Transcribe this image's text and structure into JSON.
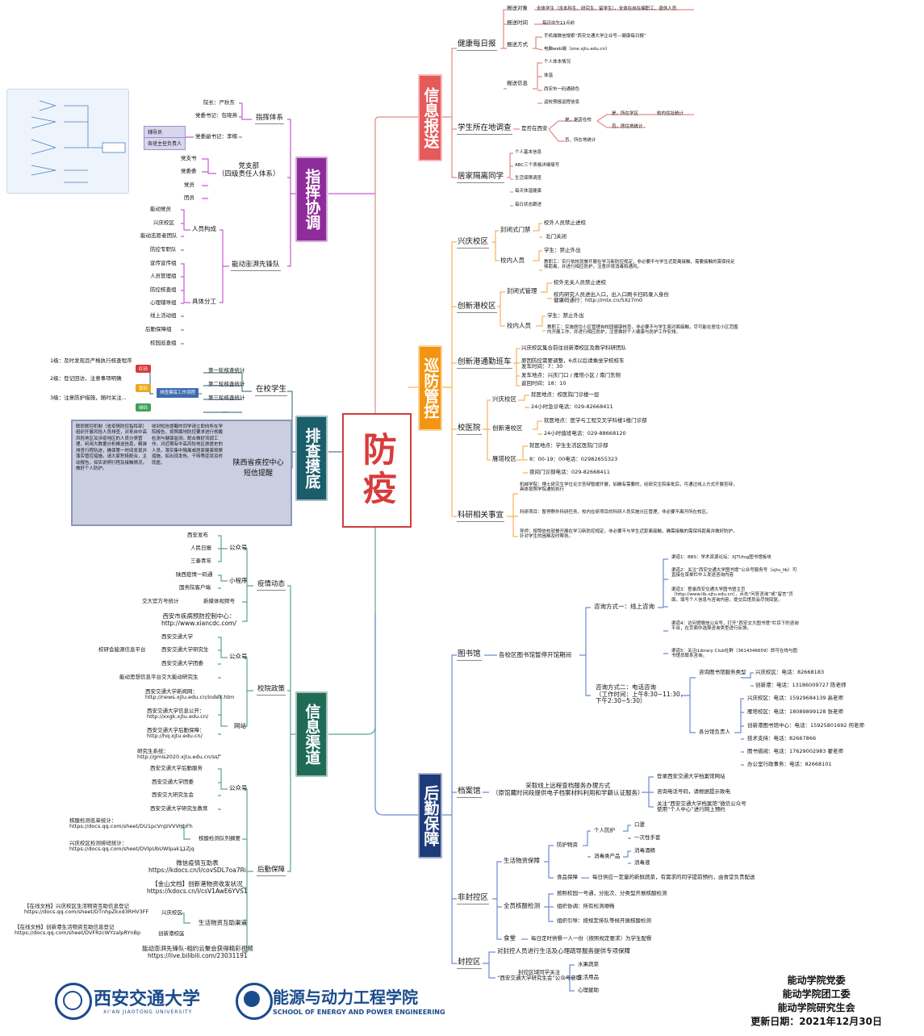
{
  "center_label": "防疫",
  "trunks": {
    "info_report": "信息报送",
    "command": "指挥协调",
    "survey": "排查摸底",
    "channels": "信息渠道",
    "patrol": "巡防管控",
    "logistics": "后勤保障"
  },
  "info_report": {
    "health_daily": "健康每日报",
    "report_target": "报送对象",
    "report_target_val": "全体学生（含本科生、研究生、留学生），全体在岗在编职工、退休人员",
    "report_time": "报送时间",
    "report_time_val": "每日中午11点前",
    "report_method": "报送方式",
    "method_1": "手机端微信搜索“西安交通大学企业号—健康每日报”",
    "method_2": "电脑web端（one.xjtu.edu.cn）",
    "report_content": "报送信息",
    "content": [
      "个人体本情况",
      "体温",
      "西安市一码通颜色",
      "返校预报返程信息"
    ],
    "location": "学生所在地调查",
    "in_xian": "是否在西安",
    "yes": "是，是否在校",
    "yes_yes": "是，所在学区",
    "yes_yes_val": "校内住址统计",
    "yes_no": "否，居住地统计",
    "no": "否，所在地统计",
    "isolation": "居家隔离同学",
    "iso_items": [
      "个人基本信息",
      "ABC三个表格详细填写",
      "生活保障调查",
      "每天体温健康",
      "每日状态跟进"
    ]
  },
  "command": {
    "system": "指挥体系",
    "sys_items": [
      "院长：严秋东",
      "党委书记：包晓燕",
      "党委副书记：李楠"
    ],
    "sys_side": [
      "辅导员",
      "各班主任负责人"
    ],
    "party": "党支部\n（四级责任人体系）",
    "party_items": [
      "党支书",
      "党委委",
      "党员",
      "团员"
    ],
    "vanguard": "能动澎湃先锋队",
    "staffing": "人员构成",
    "staff_items": [
      "能动党员",
      "兴庆校区",
      "能动志愿者团队",
      "防控专职队"
    ],
    "specific": "具体分工",
    "spec_items": [
      "宣传宣传组",
      "人员管理组",
      "防控核查组",
      "心理辅导组",
      "线上活动组",
      "后勤保障组",
      "校园巡查组"
    ]
  },
  "survey": {
    "panel_title": "排查摸底工作流程",
    "levels": [
      "1级：及时发现且严格执行核查程序",
      "2级：登记回访，注意事项明确",
      "3级：注意防护措施，随时关注..."
    ],
    "level_tags": [
      "红码",
      "黄码",
      "绿码"
    ],
    "in_school": "在校学生",
    "in_school_items": [
      "第一轮核查统计",
      "第二轮核查统计",
      "第三轮核查统计",
      "..."
    ],
    "sms": "陕西省疾控中心\n短信提醒",
    "sms_text_l": "联防联控机制（省疫情防控指挥部）组织开展风险人员排查，对来自中高风险地区及涉疫地区的人员分类管理，利用大数据分析推送信息，精准排查行程轨迹，确保第一时间发现并落实管控措施。请大家积极配合，主动报告，如实说明行程及接触情况，做好个人防护。",
    "sms_text_r": "收到短信提醒的同学请立即向所在学院报告，按照属地防控要求进行核酸检测与健康监测，配合做好流调工作。对近期有中高风险地区旅居史的人员，落实集中隔离或居家健康观察措施，如出现发热、干咳等症状及时就医。"
  },
  "channels": {
    "dynamic": "疫情动态",
    "official": "公众号",
    "official_items": [
      "西安发布",
      "人民日报",
      "三秦青年"
    ],
    "mini": "小程序",
    "mini_items": [
      "陕西疫情一码通",
      "国务院客户端"
    ],
    "vblog": "新媒体视频号",
    "vblog_items": [
      "交大官方号统计"
    ],
    "cdc": "西安市疾病预防控制中心：\nhttp://www.xiancdc.com/",
    "policy": "校院政策",
    "p_official": "公众号",
    "p_items": [
      "西安交通大学",
      "西安交通大学研究生",
      "西安交通大学团委",
      "交大能动研究生"
    ],
    "p_left": [
      "校研会能源信息平台",
      "能动思想信息平台"
    ],
    "web": "网站",
    "web_items": [
      "西安交通大学新闻网：\nhttp://news.xjtu.edu.cn/index.htm",
      "西安交通大学信息公开：\nhttp://xxgk.xjtu.edu.cn/",
      "西安交通大学后勤保障：\nhttp://hq.xjtu.edu.cn/",
      "研究生系统：\nhttp://gmis2020.xjtu.edu.cn/ss/"
    ],
    "backend": "后勤保障",
    "b_official": "公众号",
    "b_items": [
      "西安交通大学后勤服务",
      "西安交通大学团委",
      "西安交大研究生会",
      "西安交通大学研究生教育"
    ],
    "nucleic": "核酸检测队列摘要",
    "nucleic_items": [
      "核酸检测名单统计：\nhttps://docs.qq.com/sheet/DU1pcVnJzVVVHbFh",
      "兴庆校区检测排班统计：\nhttps://docs.qq.com/sheet/DVlpUbUWlpak11Zjq"
    ],
    "mutual": "生活物资互助渠道",
    "mutual_items": [
      "兴庆校区",
      "创新港校区"
    ],
    "mutual_left": [
      "【在线文档】兴庆校区生活物资互助信息登记\nhttps://docs.qq.com/sheet/DTnhpZkxd3RHV3FF",
      "【在线文档】创新港生活物资互助信息登记\nhttps://docs.qq.com/sheet/DVFRzcWYzalpRYnBp"
    ],
    "wall": "微信疫情互助表\nhttps://kdocs.cn/l/covSDL7oa7Ri",
    "jinshan": "【金山文档】创新港物资收发状况\nhttps://kdocs.cn/l/csV1AwE6YVS1",
    "bilibili": "能动澎湃先锋队-相约云聚会获得精彩视频\nhttps://live.bilibili.com/23031191"
  },
  "patrol": {
    "xingqing": "兴庆校区",
    "closed": "封闭式门禁",
    "closed_items": [
      "校外人员禁止进校",
      "北门关闭"
    ],
    "campus_people": "校内人员",
    "student": "学生：禁止外出",
    "staff": "教职工：实行依校就餐开展在学习新防控规定，非必要不与学生近距离接触，需要接触的需保持足够距离，并进行相应防护，注意环境消毒和通风。",
    "innovation": "创新港校区",
    "closed2": "封闭式管理",
    "closed2_items": [
      "校外无关人员禁止进校",
      "校内研究人员进出入口，出入口刷卡扫码录入身份\n健康码通行：http://mtx.cn/5Xz7m0"
    ],
    "people2": "校内人员",
    "student2": "学生：禁止外出",
    "staff2": "教职工：实施居住小区管理自校园健康核查，非必要不与学生面对面接触，尽可能在居住小区范围内开展工作，并进行相应防护，注意做好个人健康与防护工作安排。",
    "shuttle": "创新港通勤班车",
    "shuttle_items": [
      "兴庆校区集合前往创新港校区及教学科研团队",
      "原因防控需要调整，6点以后请乘坐学校校车\n发车时间：7：30",
      "发车地点：兴庆门口 / 雁塔小区 / 南门东侧",
      "返回时间：18：10"
    ],
    "hospital": "校医院",
    "h_xingqing": "兴庆校区",
    "h_xq_items": [
      "就医地点：校医院门诊楼一层",
      "24小时急诊电话：029-82668411"
    ],
    "h_inn": "创新港校区",
    "h_inn_items": [
      "就医地点：医学与工程交叉学科楼1楼门诊部",
      "24小时值班电话：029-88668120"
    ],
    "h_yt": "雁塔校区",
    "h_yt_items": [
      "就医地点：学生生活区医院门诊部",
      "8：00-19：00电话：02982655323",
      "夜间门诊部电话：029-82668411"
    ],
    "research": "科研相关事宜",
    "r_items": [
      "机械学院：博士研究生学位论文答辩暂缓开展，如确有需要的，经研究生院审批后，可通过线上方式开展答辩，具体按照学院通知执行",
      "科研项目：暂停野外科研任务，校内在研项目的科研人员实施分区管理，非必要不离开所在校区。",
      "导师：按照依校就餐开展在学习新防控规定，非必要不与学生近距离接触，确需接触的需保持距离并做好防护，针对学生的困难及时帮扶。"
    ]
  },
  "logistics": {
    "library": "图书馆",
    "lib_main": "各校区图书馆暂停开馆期间",
    "consult1": "咨询方式一：线上咨询",
    "c1_items": [
      "渠道1：BBS：学术资源论坛：XJTUtsg图书馆板块",
      "渠道2：关注“西安交通大学图书馆”公众号服务号（xjtu_lib）可直接在菜单栏中上发送咨询内容",
      "渠道3：登录西安交通大学图书馆主页（http://www.lib.xjtu.edu.cn），点击“问答咨询”或“留言”页面，填写个人信息与咨询内容，提交后馆员会尽快回复。",
      "渠道4：访问馆微信公众号，打开“西安交大图书馆”栏目下的咨询平台，在页面中选择咨询类型进行反馈。",
      "渠道5：关注iLibrary Club社群（3614346659）即可在线与图书馆员联系咨询。"
    ],
    "consult2": "咨询方式二：电话咨询\n（工作时间：上午8:30~11:30，\n下午2:30~5:30）",
    "c2_top": "咨询图书馆服务类型",
    "c2_top_items": [
      "兴庆校区：电话：82668183",
      "创新港：电话：13186009727 陈老师"
    ],
    "c2_sub": "各分馆负责人",
    "c2_items": [
      "兴庆校区：电话：15929684139 高老师",
      "雁塔校区：电话：18089899128 张老师",
      "创新港图书馆中心：电话：15925801692 何老师",
      "技术支持：电话：82667866",
      "图书借阅：电话：17629002983 翟老师",
      "办公室行政事务：电话：82668101"
    ],
    "archive": "档案馆",
    "arch_main": "采取线上远程查档服务办理方式\n（原馆藏时间段提供电子档案材料利用和学籍认证服务）",
    "arch_items": [
      "登录西安交通大学档案馆网站",
      "咨询电话号码，请根据提示致电",
      "关注“西安交通大学档案馆”微信公众号\n使用“个人中心”进行网上预约"
    ],
    "outside": "非封控区",
    "supply": "生活物资保障",
    "protect": "防护物资",
    "prot_items": [
      "个人防护",
      "消毒类产品"
    ],
    "prot_sub": [
      "口罩",
      "一次性手套",
      "消毒酒精",
      "消毒液"
    ],
    "food": "食品保障",
    "food_text": "每日供应一定量的新鲜蔬菜，有需求的同学提前预约，由食堂负责配送",
    "medical": "全员核酸检测",
    "med_items": [
      "按照校园一号通，分批次、分类型开展核酸检测",
      "组织协调：所有检测顺畅",
      "组织引导：按规定排队等候开展核酸检测"
    ],
    "canteen": "食堂",
    "canteen_text": "每日定时供餐一人一份（按照规定要求）为学生配餐",
    "sealed": "封控区",
    "sealed_text": "对封控人员进行生活及心理疏导服务提供专项保障",
    "sealed_sub": "封控区域同学关注\n“西安交通大学研究生会”公众号获取",
    "sealed_items": [
      "水果蔬菜",
      "生活用品",
      "心理援助"
    ]
  },
  "footer": {
    "org1": "能动学院党委",
    "org2": "能动学院团工委",
    "org3": "能动学院研究生会",
    "date": "更新日期：2021年12月30日"
  },
  "logos": {
    "xjtu_cn": "西安交通大学",
    "xjtu_en": "XI'AN JIAOTONG UNIVERSITY",
    "school_cn": "能源与动力工程学院",
    "school_en": "SCHOOL OF ENERGY AND POWER ENGINEERING"
  },
  "colors": {
    "red": "#e55a5a",
    "purple": "#8e2d9a",
    "teal": "#1a5d6b",
    "green": "#1f6b55",
    "orange": "#f29512",
    "navy": "#1e3a7a"
  }
}
